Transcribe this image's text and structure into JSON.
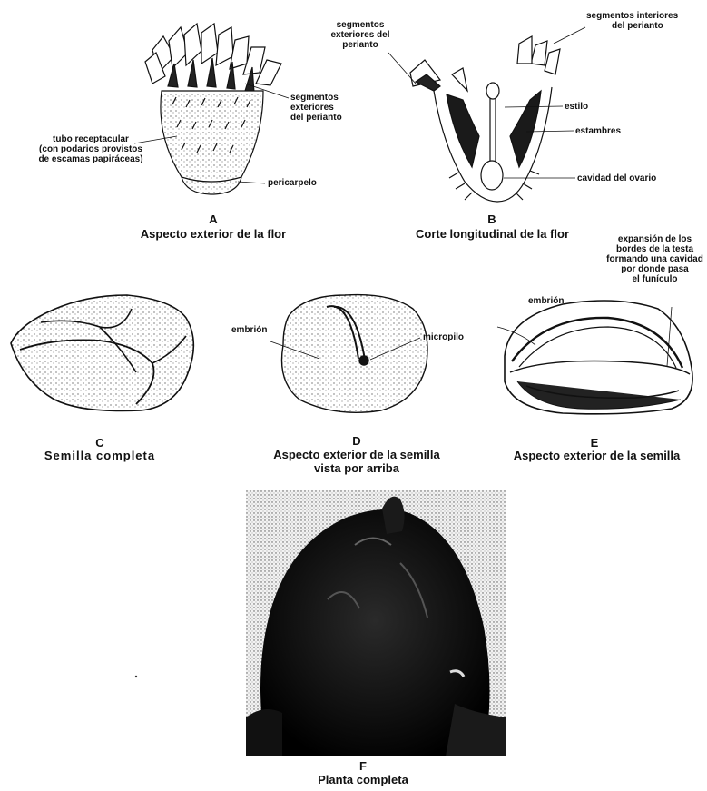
{
  "figures": {
    "a": {
      "letter": "A",
      "caption": "Aspecto exterior de la flor",
      "labels": {
        "segments_outer": [
          "segmentos",
          "exteriores",
          "del perianto"
        ],
        "tube": [
          "tubo receptacular",
          "(con podarios provistos",
          "de escamas papiráceas)"
        ],
        "pericarp": "pericarpelo"
      }
    },
    "b": {
      "letter": "B",
      "caption": "Corte longitudinal de la flor",
      "labels": {
        "segments_outer": [
          "segmentos",
          "exteriores del",
          "perianto"
        ],
        "segments_inner": [
          "segmentos interiores",
          "del perianto"
        ],
        "style": "estilo",
        "stamens": "estambres",
        "ovary_cavity": "cavidad del ovario"
      }
    },
    "c": {
      "letter": "C",
      "caption": "Semilla completa"
    },
    "d": {
      "letter": "D",
      "caption": [
        "Aspecto exterior de la semilla",
        "vista por arriba"
      ],
      "labels": {
        "embryo": "embrión",
        "micropyle": "micropilo"
      }
    },
    "e": {
      "letter": "E",
      "caption": "Aspecto exterior de la semilla",
      "labels": {
        "embryo": "embrión",
        "testa_expansion": [
          "expansión de los",
          "bordes de la testa",
          "formando una cavidad",
          "por donde pasa",
          "el funículo"
        ]
      }
    },
    "f": {
      "letter": "F",
      "caption": "Planta completa"
    }
  }
}
